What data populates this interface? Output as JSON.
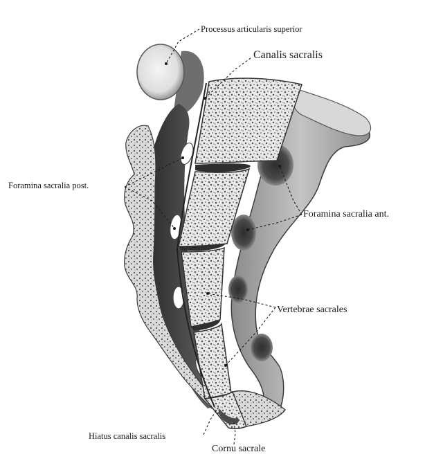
{
  "figure": {
    "labels": {
      "processus_articularis_superior": "Processus articularis superior",
      "canalis_sacralis": "Canalis sacralis",
      "foramina_sacralia_post": "Foramina sacralia post.",
      "foramina_sacralia_ant": "Foramina sacralia ant.",
      "vertebrae_sacrales": "Vertebrae sacrales",
      "hiatus_canalis_sacralis": "Hiatus canalis sacralis",
      "cornu_sacrale": "Cornu sacrale"
    },
    "colors": {
      "bone_light": "#e6e6e6",
      "bone_mid": "#a8a8a8",
      "bone_dark": "#3a3a3a",
      "canal": "#2a2a2a",
      "ink": "#1a1a1a"
    }
  }
}
